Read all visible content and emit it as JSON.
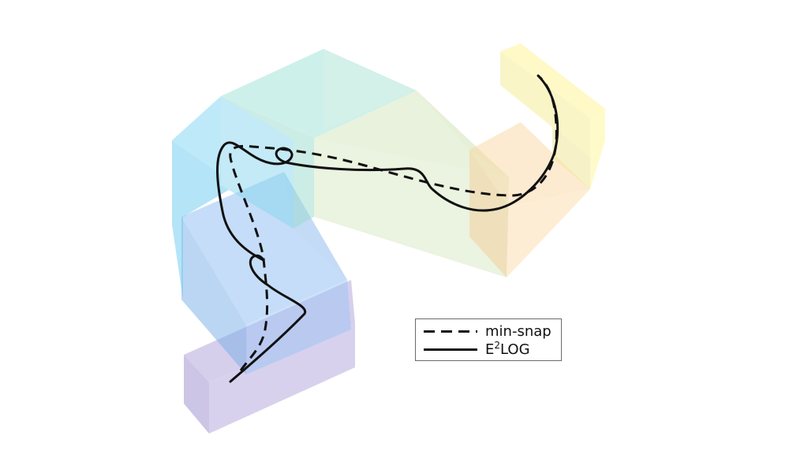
{
  "legend": {
    "entries": [
      {
        "style": "dashed",
        "label": "min-snap"
      },
      {
        "style": "solid",
        "label_base": "E",
        "label_sup": "2",
        "label_rest": "LOG"
      }
    ]
  },
  "corridor_colors": [
    "#a9a0d6",
    "#9cc0f2",
    "#8fd3f6",
    "#aee8d9",
    "#d7e5c2",
    "#fbe0b2",
    "#fff7a6"
  ],
  "line_color": "#111111"
}
